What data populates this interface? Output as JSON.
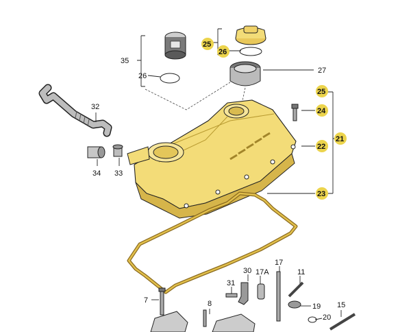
{
  "colors": {
    "highlight": "#ecd44c",
    "cover": "#f3dc78",
    "cover_shadow": "#d6b54a",
    "line": "#222222",
    "metal": "#d9d9d9"
  },
  "callouts": {
    "c35": "35",
    "c26a": "26",
    "c25a": "25",
    "c26b": "26",
    "c27": "27",
    "c25b": "25",
    "c24": "24",
    "c21": "21",
    "c22": "22",
    "c23": "23",
    "c32": "32",
    "c34": "34",
    "c33": "33",
    "c30": "30",
    "c17": "17",
    "c17a": "17A",
    "c31": "31",
    "c11": "11",
    "c7": "7",
    "c8": "8",
    "c19": "19",
    "c15": "15",
    "c20": "20"
  }
}
